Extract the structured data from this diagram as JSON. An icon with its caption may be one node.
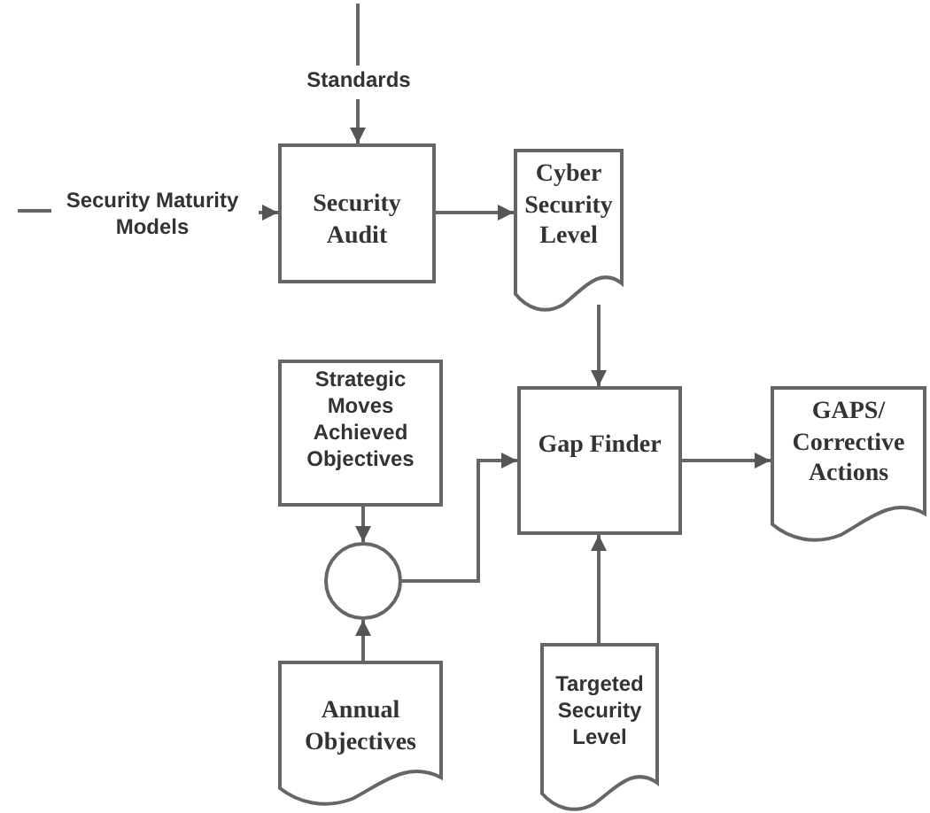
{
  "diagram": {
    "nodes": [
      {
        "text": [
          "Standards"
        ]
      },
      {
        "text": [
          "Security Maturity Models"
        ]
      },
      {
        "text": [
          "Security Audit"
        ]
      },
      {
        "text": [
          "Cyber Security Level"
        ]
      },
      {
        "text": [
          "Strategic Moves Achieved Objectives"
        ]
      },
      {
        "text": [],
        "shape": "circle"
      },
      {
        "text": [
          "Gap Finder"
        ]
      },
      {
        "text": [
          "GAPS/ Corrective Actions"
        ]
      },
      {
        "text": [
          "Annual Objectives"
        ]
      },
      {
        "text": [
          "Targeted Security Level"
        ]
      }
    ],
    "edges": [
      {
        "from": null,
        "to": 0,
        "arrow": "none"
      },
      {
        "from": 0,
        "to": 2,
        "arrow": "to"
      },
      {
        "from": null,
        "to": 1,
        "arrow": "none"
      },
      {
        "from": 1,
        "to": 2,
        "arrow": "to"
      },
      {
        "from": 2,
        "to": 3,
        "arrow": "to"
      },
      {
        "from": 3,
        "to": 6,
        "arrow": "to"
      },
      {
        "from": 4,
        "to": 5,
        "arrow": "to"
      },
      {
        "from": 8,
        "to": 5,
        "arrow": "to"
      },
      {
        "from": 5,
        "to": 6,
        "arrow": "to"
      },
      {
        "from": 9,
        "to": 6,
        "arrow": "to"
      },
      {
        "from": 6,
        "to": 7,
        "arrow": "to"
      }
    ]
  }
}
